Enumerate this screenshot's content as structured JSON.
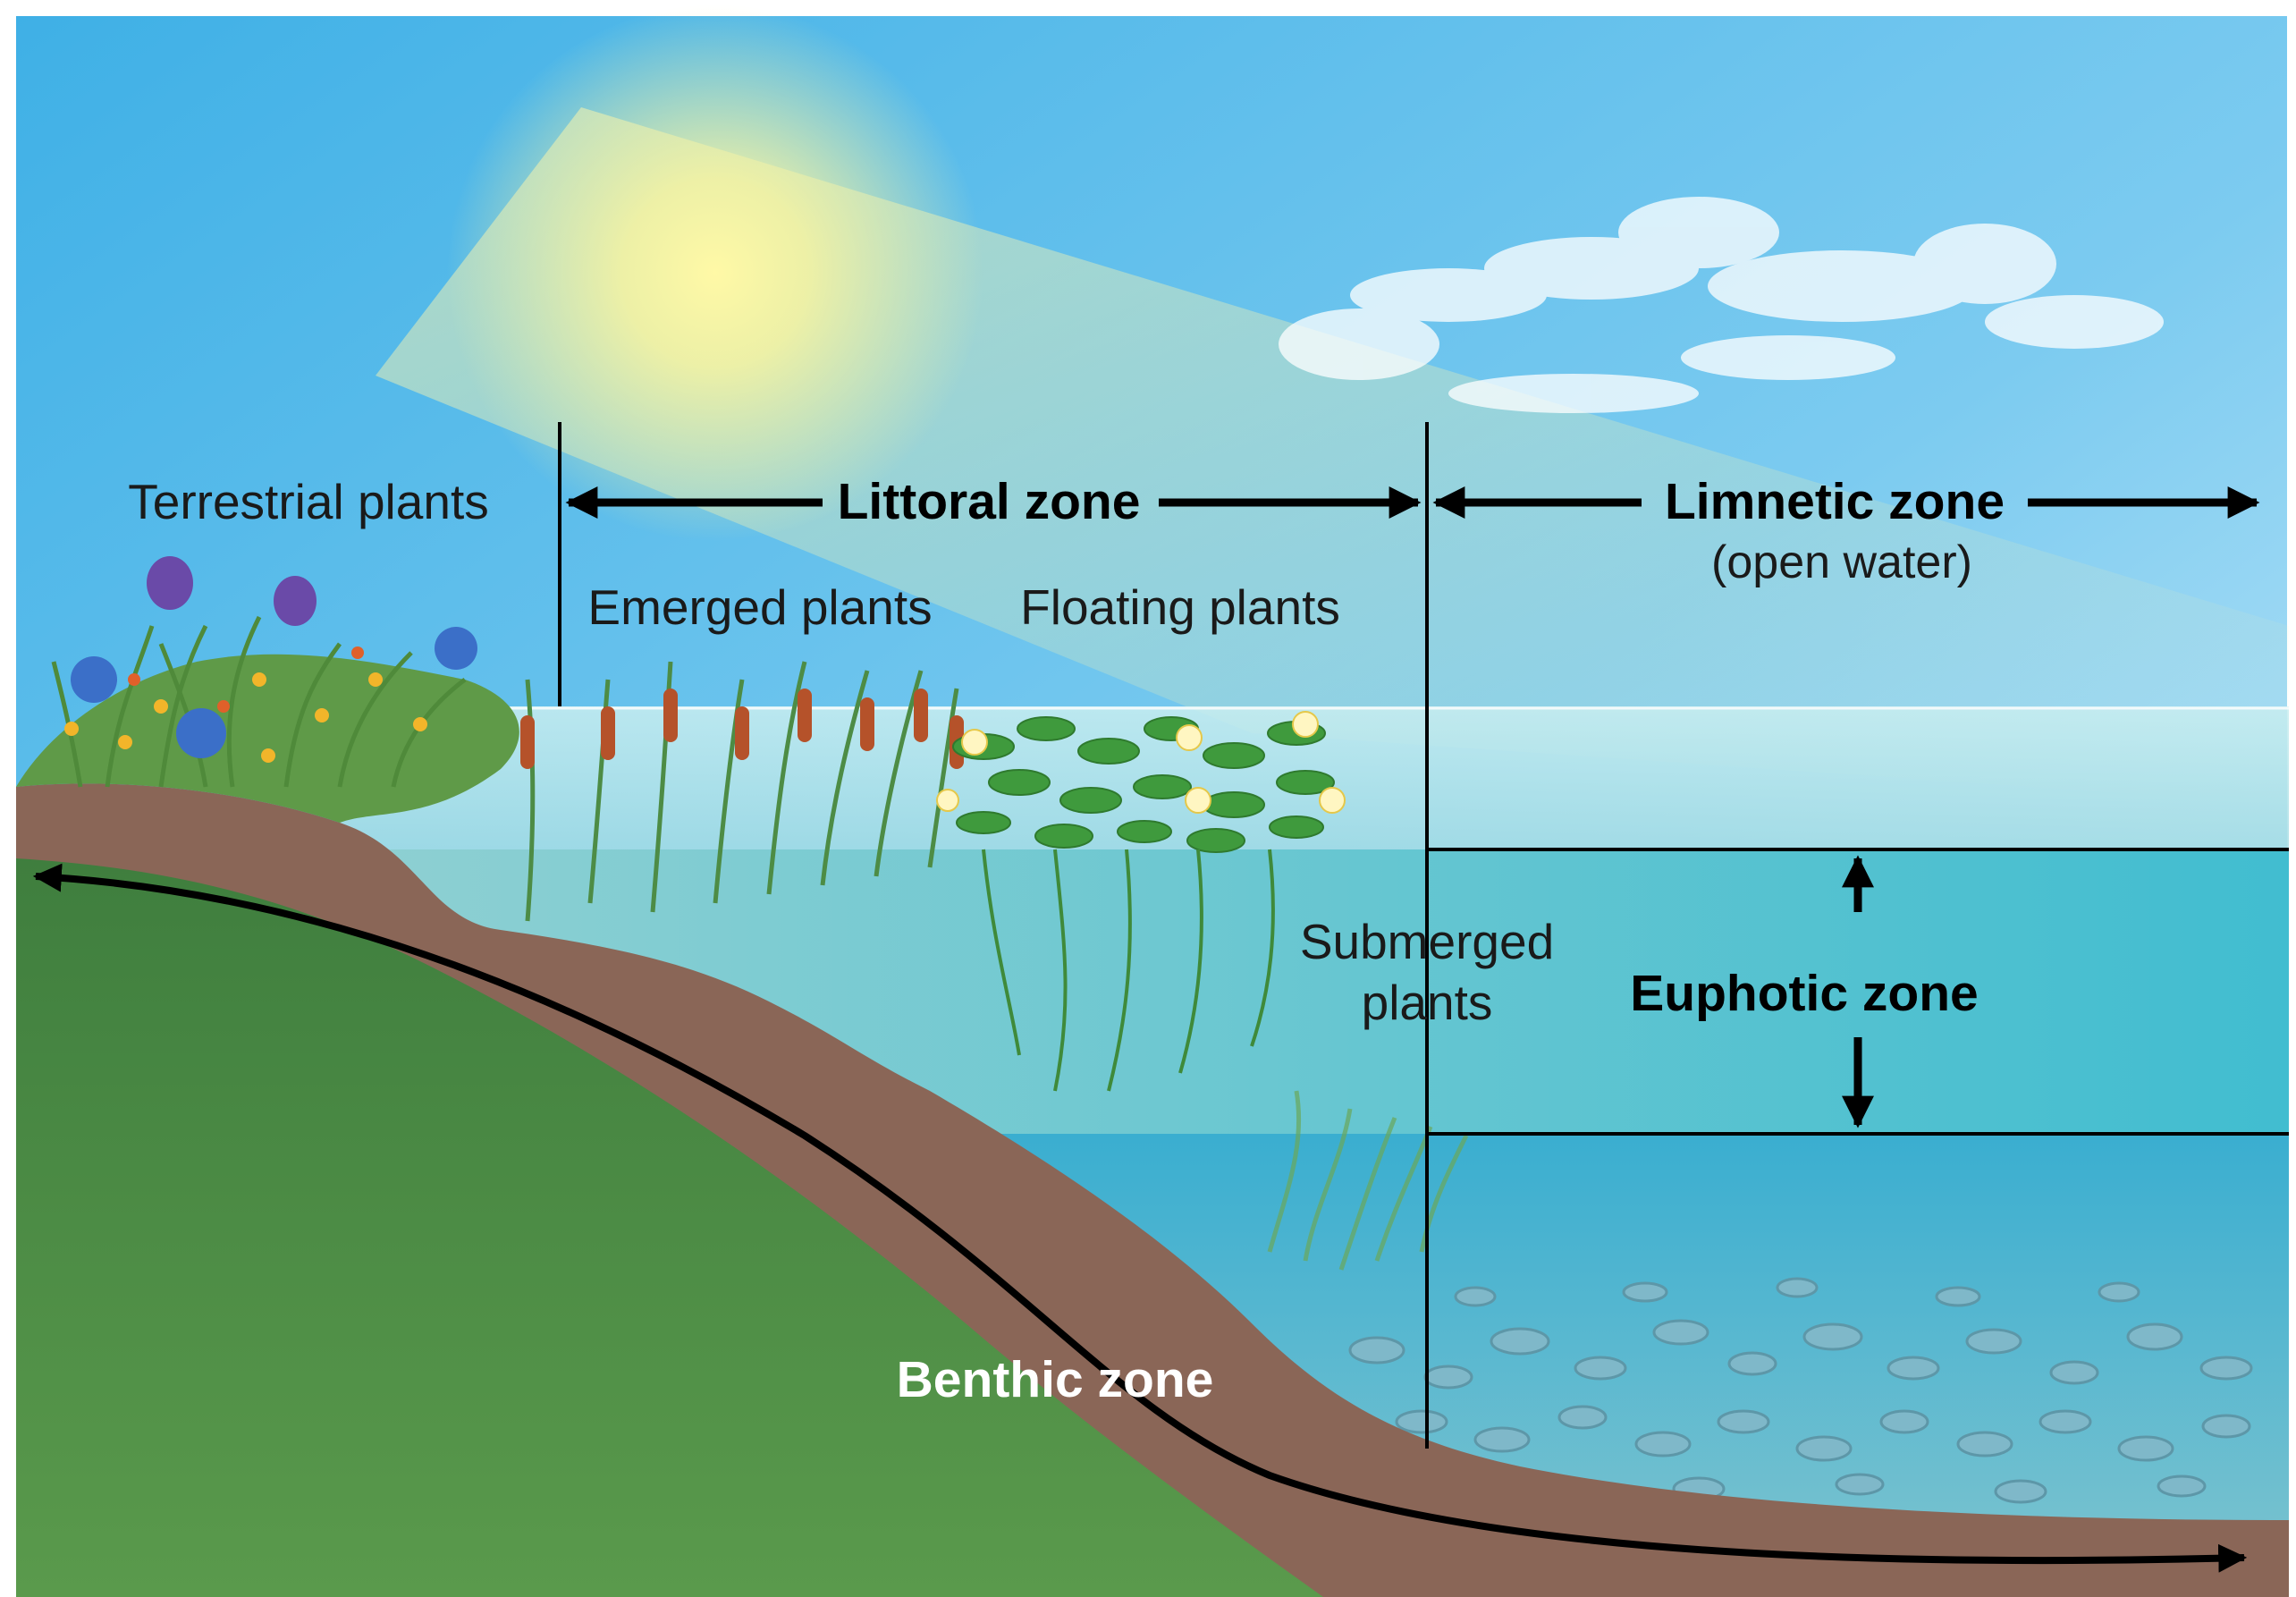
{
  "labels": {
    "terrestrial_plants": "Terrestrial plants",
    "littoral_zone": "Littoral zone",
    "limnetic_zone": "Limnetic zone",
    "open_water": "(open water)",
    "emerged_plants": "Emerged plants",
    "floating_plants": "Floating plants",
    "submerged_plants_line1": "Submerged",
    "submerged_plants_line2": "plants",
    "euphotic_zone": "Euphotic zone",
    "benthic_zone": "Benthic zone"
  },
  "colors": {
    "sky_top": "#4db8ea",
    "sky_light": "#bfe6f7",
    "sun": "#fff59a",
    "water_surface": "#b8e6ea",
    "water_deep": "#3fb7cf",
    "soil": "#8a6657",
    "ground_green": "#4a8a45",
    "arrow": "#000000",
    "benthic_text": "#ffffff"
  }
}
